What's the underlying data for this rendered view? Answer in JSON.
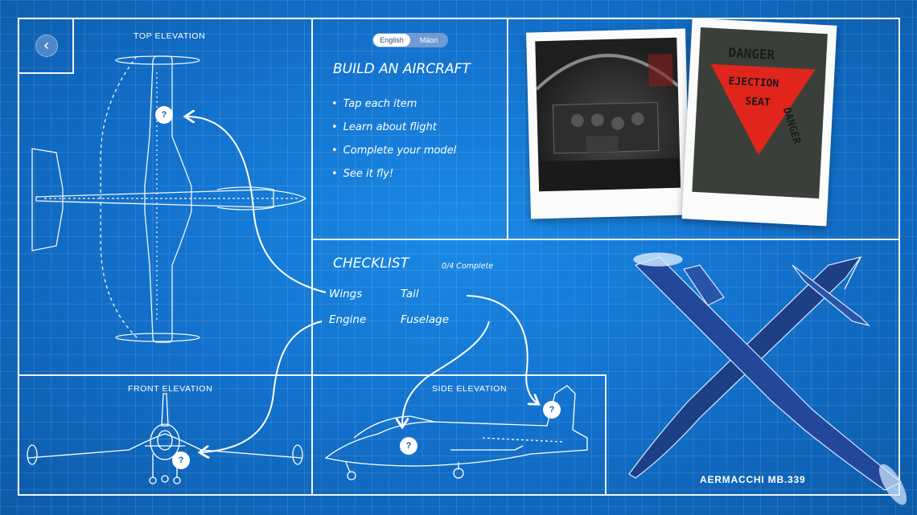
{
  "back": {
    "icon": "chevron-left-icon"
  },
  "language": {
    "options": [
      "English",
      "Māori"
    ],
    "selected": "English"
  },
  "intro": {
    "title": "BUILD AN AIRCRAFT",
    "steps": [
      "Tap each item",
      "Learn about flight",
      "Complete your model",
      "See it fly!"
    ]
  },
  "checklist": {
    "title": "CHECKLIST",
    "progress": "0/4 Complete",
    "items": [
      "Wings",
      "Tail",
      "Engine",
      "Fuselage"
    ]
  },
  "views": {
    "top": "TOP ELEVATION",
    "front": "FRONT ELEVATION",
    "side": "SIDE ELEVATION"
  },
  "hotspot_symbol": "?",
  "photos": {
    "warning_sign": {
      "line1": "DANGER",
      "line2": "EJECTION",
      "line3": "SEAT",
      "side": "DANGER"
    }
  },
  "aircraft_name": "AERMACCHI MB.339",
  "colors": {
    "blueprint": "#1373cf",
    "line": "#ffffff",
    "warning_red": "#e0251d"
  }
}
